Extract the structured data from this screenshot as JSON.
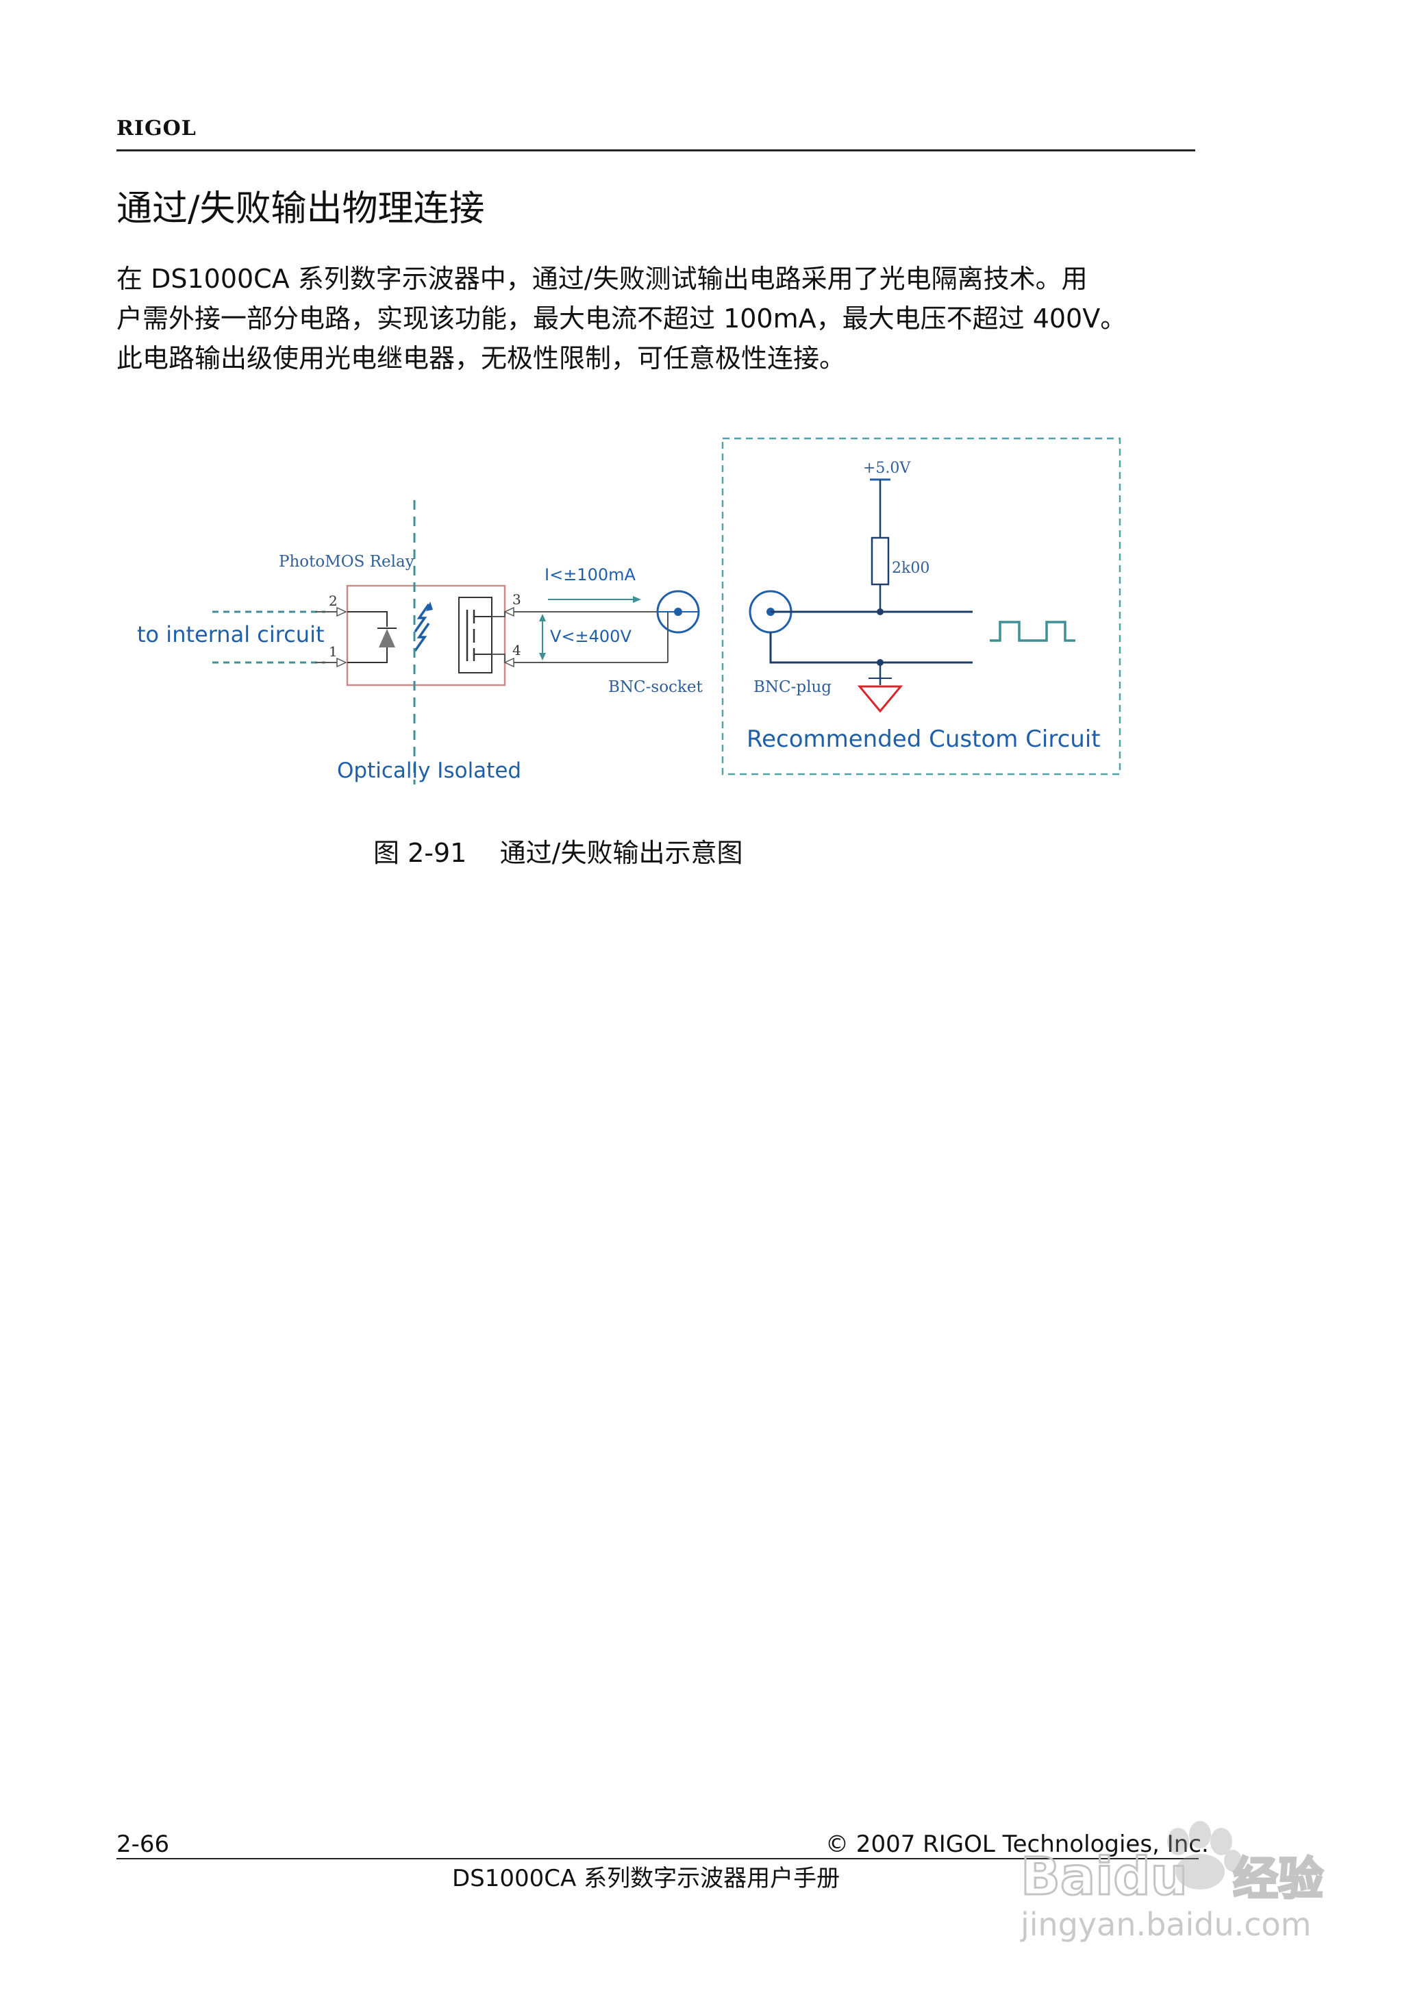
{
  "header": {
    "brand": "RIGOL"
  },
  "section": {
    "title": "通过/失败输出物理连接"
  },
  "body": {
    "lines": [
      "在 DS1000CA 系列数字示波器中，通过/失败测试输出电路采用了光电隔离技术。用",
      "户需外接一部分电路，实现该功能，最大电流不超过 100mA，最大电压不超过 400V。",
      "此电路输出级使用光电继电器，无极性限制，可任意极性连接。"
    ]
  },
  "figure": {
    "labels": {
      "relay": "PhotoMOS Relay",
      "internal": "to internal circuit",
      "current": "I<±100mA",
      "voltage": "V<±400V",
      "socket": "BNC-socket",
      "plug": "BNC-plug",
      "supply": "+5.0V",
      "resistor": "2k00",
      "isolated": "Optically Isolated",
      "custom": "Recommended Custom Circuit",
      "pin1": "1",
      "pin2": "2",
      "pin3": "3",
      "pin4": "4"
    },
    "caption": "图 2-91    通过/失败输出示意图",
    "colors": {
      "teal": "#3f8f96",
      "blue": "#1f5fa8",
      "red": "#d9262a",
      "relay_box": "#c98a86"
    }
  },
  "footer": {
    "page": "2-66",
    "copyright": "© 2007 RIGOL Technologies, Inc.",
    "manual": "DS1000CA 系列数字示波器用户手册"
  },
  "watermark": {
    "brand": "Baidu",
    "product": "经验",
    "url": "jingyan.baidu.com"
  }
}
